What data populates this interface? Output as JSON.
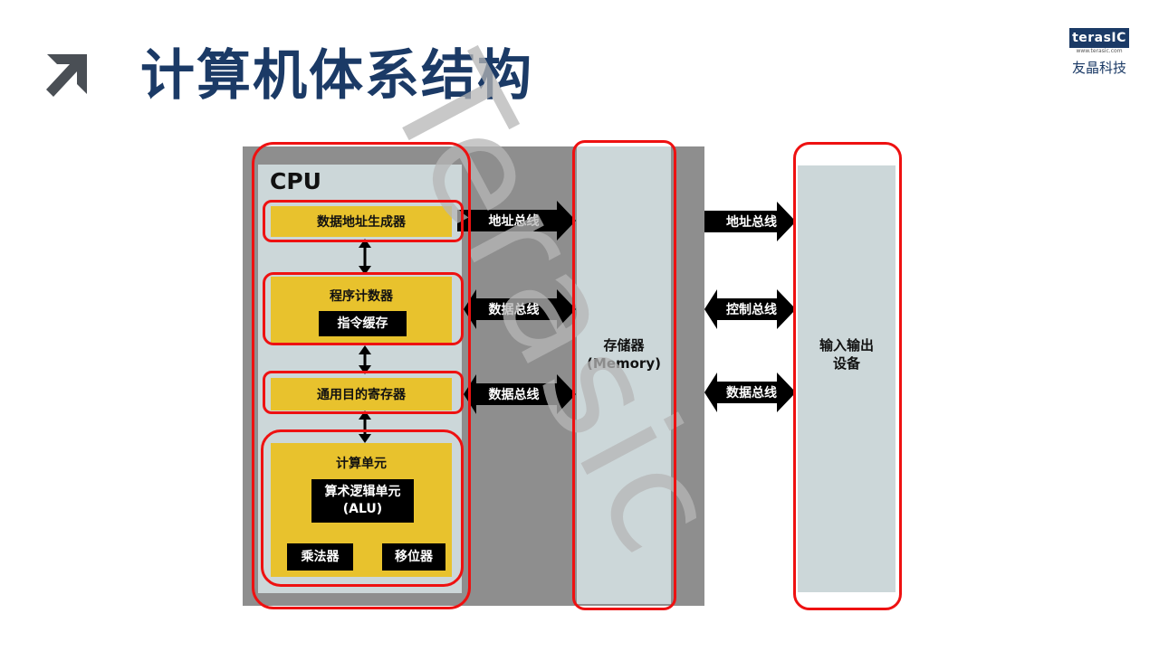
{
  "header": {
    "title": "计算机体系结构",
    "logo_text": "terasIC",
    "logo_url": "www.terasic.com",
    "logo_cn": "友晶科技"
  },
  "watermark": {
    "text": "Terasic"
  },
  "diagram": {
    "cpu_label": "CPU",
    "blocks": {
      "addr_gen": "数据地址生成器",
      "program_counter": "程序计数器",
      "instruction_cache": "指令缓存",
      "registers": "通用目的寄存器",
      "compute_unit": "计算单元",
      "alu": "算术逻辑单元\n(ALU)",
      "multiplier": "乘法器",
      "shifter": "移位器"
    },
    "memory_label": "存储器\n(Memory)",
    "io_label": "输入输出\n设备",
    "buses": {
      "cpu_mem_addr": "地址总线",
      "cpu_mem_data1": "数据总线",
      "cpu_mem_data2": "数据总线",
      "mem_io_addr": "地址总线",
      "mem_io_ctrl": "控制总线",
      "mem_io_data": "数据总线"
    }
  },
  "colors": {
    "title": "#1b3a66",
    "panel_bg": "#8e8e8e",
    "component_bg": "#ccd7d9",
    "yellow_block": "#e8c22d",
    "highlight_ring": "#ee1111",
    "watermark": "#b5b5b5"
  },
  "icons": {
    "header_arrow": "arrow-up-right-icon"
  }
}
